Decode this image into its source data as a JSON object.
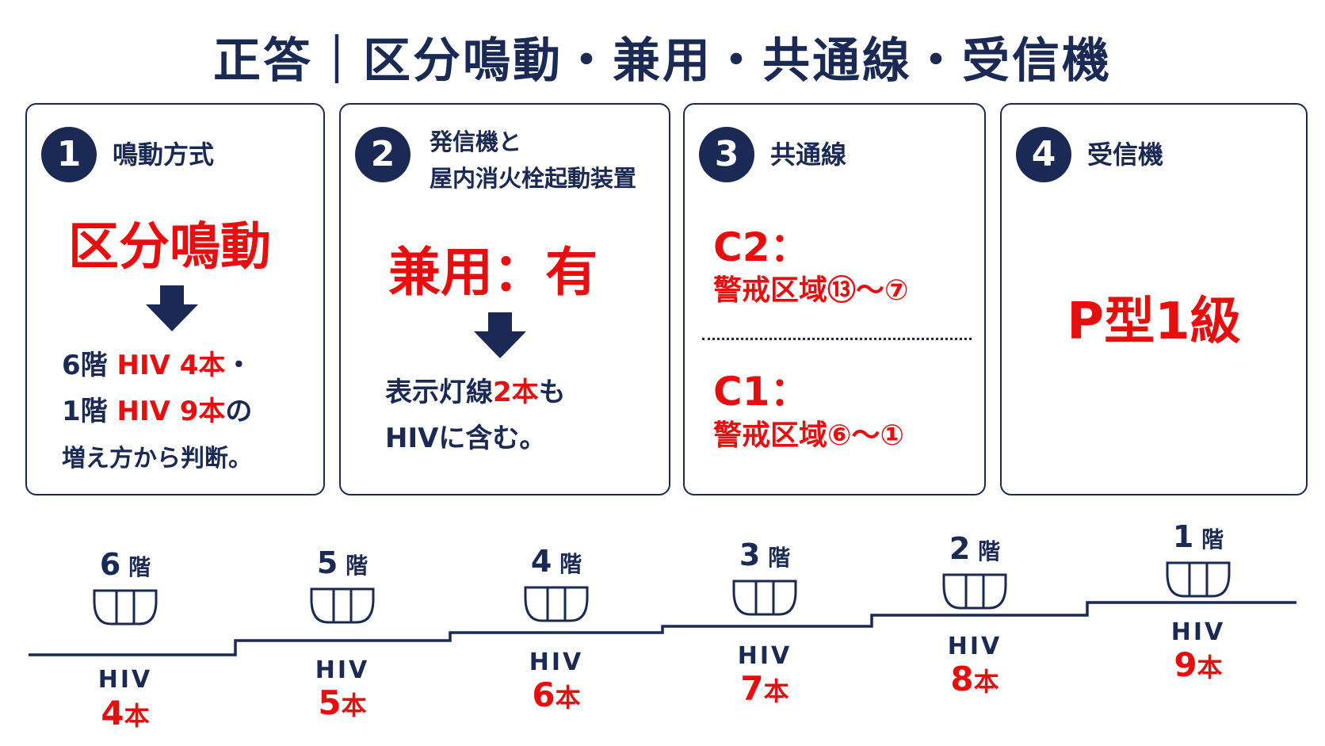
{
  "title": "正答｜区分鳴動・兼用・共通線・受信機",
  "colors": {
    "navy": "#1b2a55",
    "red": "#e60f0f"
  },
  "cards": [
    {
      "number": "1",
      "heading": "鳴動方式",
      "answer": "区分鳴動",
      "note": {
        "line1_a": "6階 ",
        "line1_b": "HIV 4本",
        "line1_c": "・",
        "line2_a": "1階 ",
        "line2_b": "HIV 9本",
        "line2_c": "の",
        "line3": "増え方から判断。"
      }
    },
    {
      "number": "2",
      "heading_line1": "発信機と",
      "heading_line2": "屋内消火栓起動装置",
      "answer": "兼用：有",
      "note": {
        "line1_a": "表示灯線",
        "line1_b": "2本",
        "line1_c": "も",
        "line2": "HIVに含む。"
      }
    },
    {
      "number": "3",
      "heading": "共通線",
      "c2_label": "C2：",
      "c2_range": "警戒区域⑬～⑦",
      "c1_label": "C1：",
      "c1_range": "警戒区域⑥～①"
    },
    {
      "number": "4",
      "heading": "受信機",
      "answer": "P型1級"
    }
  ],
  "floors": [
    {
      "floor": "6",
      "unit": "階",
      "wire": "HIV",
      "count": "4",
      "count_unit": "本"
    },
    {
      "floor": "5",
      "unit": "階",
      "wire": "HIV",
      "count": "5",
      "count_unit": "本"
    },
    {
      "floor": "4",
      "unit": "階",
      "wire": "HIV",
      "count": "6",
      "count_unit": "本"
    },
    {
      "floor": "3",
      "unit": "階",
      "wire": "HIV",
      "count": "7",
      "count_unit": "本"
    },
    {
      "floor": "2",
      "unit": "階",
      "wire": "HIV",
      "count": "8",
      "count_unit": "本"
    },
    {
      "floor": "1",
      "unit": "階",
      "wire": "HIV",
      "count": "9",
      "count_unit": "本"
    }
  ]
}
